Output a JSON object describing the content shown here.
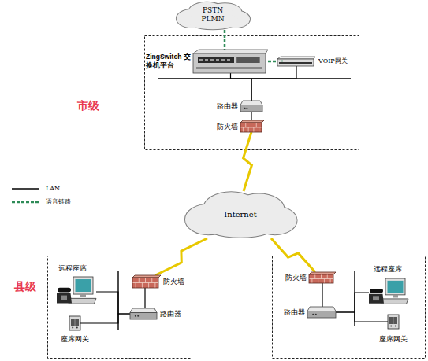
{
  "diagram": {
    "nodes": [
      {
        "text": [
          "PSTN PLMN"
        ]
      },
      {
        "text": [
          "ZingSwitch 交换机平台"
        ]
      },
      {
        "text": [
          "VOIP网关"
        ]
      },
      {
        "text": [
          "路由器"
        ]
      },
      {
        "text": [
          "防火墙"
        ]
      },
      {
        "text": [
          "Internet"
        ]
      },
      {
        "text": [
          "远程座席"
        ]
      },
      {
        "text": [
          "防火墙"
        ]
      },
      {
        "text": [
          "座席网关"
        ]
      },
      {
        "text": [
          "路由器"
        ]
      },
      {
        "text": [
          "防火墙"
        ]
      },
      {
        "text": [
          "远程座席"
        ]
      },
      {
        "text": [
          "路由器"
        ]
      },
      {
        "text": [
          "座席网关"
        ]
      }
    ],
    "edges": [
      {
        "from": 0,
        "to": 1,
        "arrow": "none"
      },
      {
        "from": 1,
        "to": 2,
        "arrow": "none"
      },
      {
        "from": 1,
        "to": 3,
        "arrow": "none"
      },
      {
        "from": 2,
        "to": 3,
        "arrow": "none"
      },
      {
        "from": 3,
        "to": 4,
        "arrow": "none"
      },
      {
        "from": 4,
        "to": 5,
        "arrow": "none"
      },
      {
        "from": 5,
        "to": 7,
        "arrow": "none"
      },
      {
        "from": 5,
        "to": 10,
        "arrow": "none"
      },
      {
        "from": 6,
        "to": 9,
        "arrow": "none"
      },
      {
        "from": 8,
        "to": 9,
        "arrow": "none"
      },
      {
        "from": 9,
        "to": 7,
        "arrow": "none"
      },
      {
        "from": 11,
        "to": 12,
        "arrow": "none"
      },
      {
        "from": 13,
        "to": 12,
        "arrow": "none"
      },
      {
        "from": 12,
        "to": 10,
        "arrow": "none"
      }
    ],
    "labels": [
      "市级",
      "县级"
    ],
    "legend": [
      {
        "text": "LAN"
      },
      {
        "text": "语音链路"
      }
    ]
  }
}
